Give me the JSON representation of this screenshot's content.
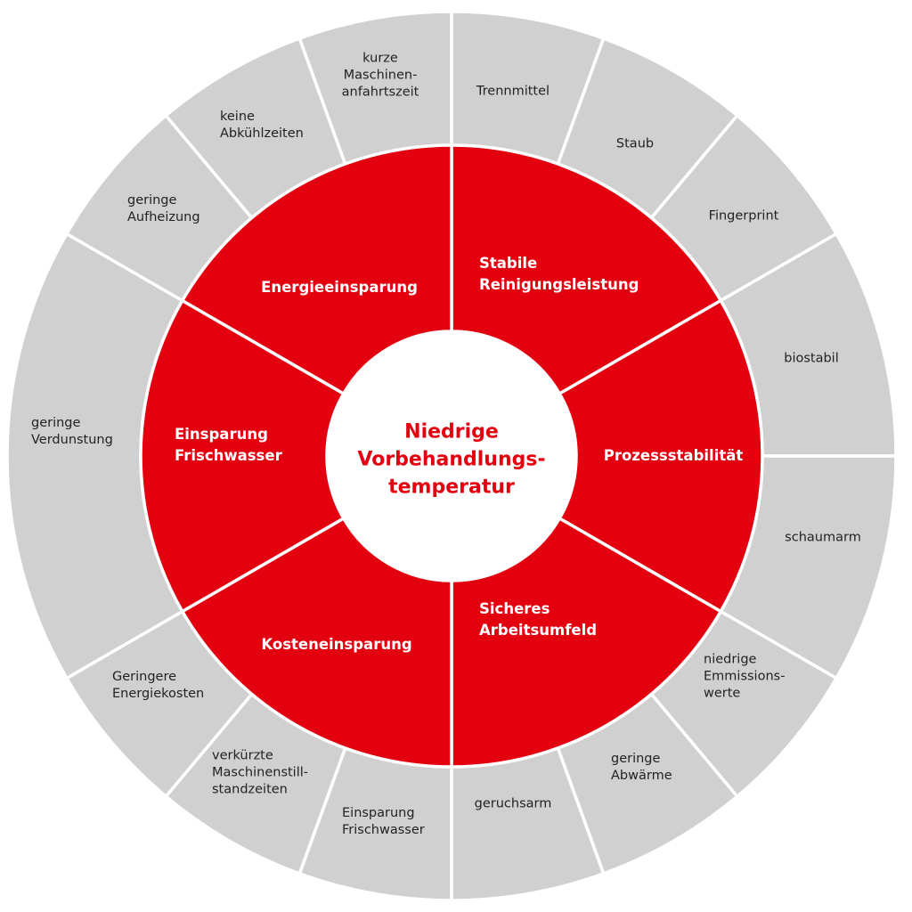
{
  "colors": {
    "primary": "#e3000f",
    "outer": "#d0d0d1",
    "center": "#ffffff",
    "divider": "#ffffff"
  },
  "center_title": "Niedrige\nVorbehandlungs-\ntemperatur",
  "categories": [
    {
      "label": "Stabile\nReinigungsleistung",
      "items": [
        "Trennmittel",
        "Staub",
        "Fingerprint"
      ]
    },
    {
      "label": "Prozessstabilität",
      "items": [
        "biostabil",
        "schaumarm"
      ]
    },
    {
      "label": "Sicheres\nArbeitsumfeld",
      "items": [
        "niedrige\nEmmissions-\nwerte",
        "geringe\nAbwärme",
        "geruchsarm"
      ]
    },
    {
      "label": "Kosteneinsparung",
      "items": [
        "Einsparung\nFrischwasser",
        "verkürzte\nMaschinenstill-\nstandzeiten",
        "Geringere\nEnergiekosten"
      ]
    },
    {
      "label": "Einsparung\nFrischwasser",
      "items": [
        "geringe\nVerdunstung"
      ]
    },
    {
      "label": "Energieeinsparung",
      "items": [
        "geringe\nAufheizung",
        "keine\nAbkühlzeiten",
        "kurze\nMaschinen-\nanfahrtszeit"
      ]
    }
  ]
}
